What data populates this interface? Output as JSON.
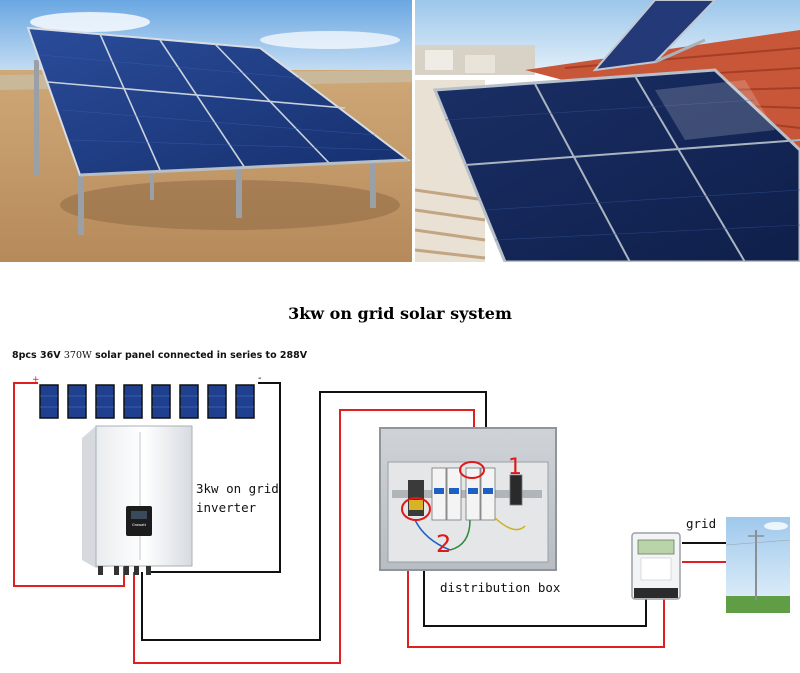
{
  "title": "3kw on grid solar system",
  "panels": {
    "caption_prefix": "8pcs 36V",
    "caption_watt": "370W",
    "caption_suffix": "solar panel connected in series to 288V",
    "plus_sign": "+",
    "minus_sign": "-",
    "count": 8
  },
  "inverter": {
    "label_line1": "3kw on grid",
    "label_line2": "inverter",
    "brand": "Growatt"
  },
  "distribution_box": {
    "label": "distribution box",
    "mark_1": "1",
    "mark_2": "2"
  },
  "grid": {
    "label": "grid"
  },
  "colors": {
    "positive_wire": "#e02020",
    "negative_wire": "#111111",
    "annotation_red": "#e01818",
    "panel_cell": "#1f3f8f"
  }
}
